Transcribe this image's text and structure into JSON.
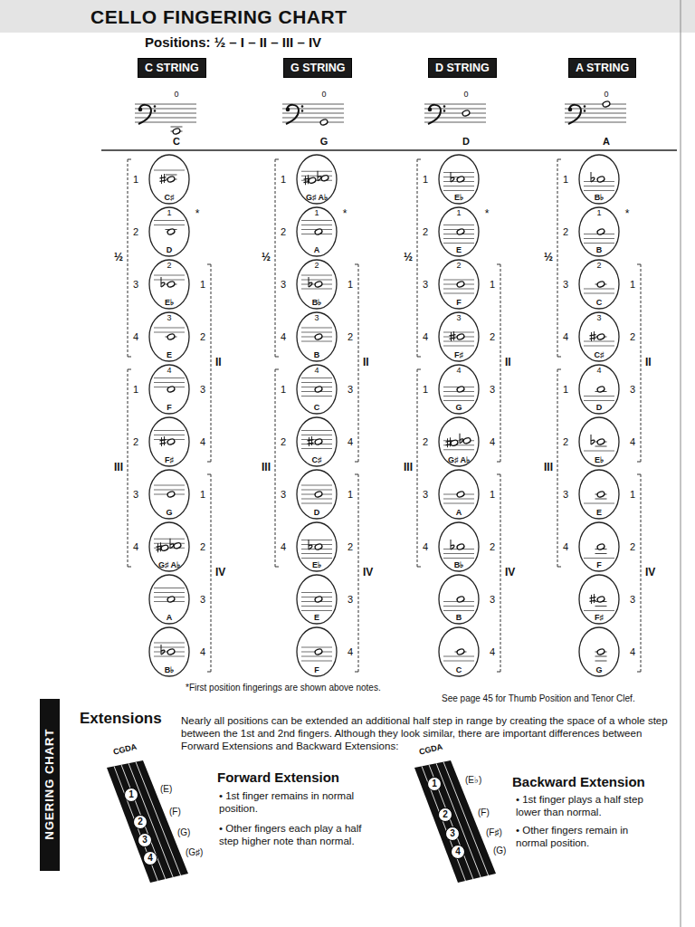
{
  "diagram": {
    "title": "CELLO FINGERING CHART",
    "nodes": [
      {
        "text": [
          "C STRING"
        ]
      },
      {
        "text": [
          "G STRING"
        ]
      },
      {
        "text": [
          "D STRING"
        ]
      },
      {
        "text": [
          "A STRING"
        ]
      },
      {
        "text": [
          "C♯"
        ]
      },
      {
        "text": [
          "1",
          "D"
        ]
      },
      {
        "text": [
          "2",
          "E♭"
        ]
      },
      {
        "text": [
          "3",
          "E"
        ]
      },
      {
        "text": [
          "4",
          "F"
        ]
      },
      {
        "text": [
          "F♯"
        ]
      },
      {
        "text": [
          "G"
        ]
      },
      {
        "text": [
          "G♯ A♭"
        ]
      },
      {
        "text": [
          "A"
        ]
      },
      {
        "text": [
          "B♭"
        ]
      },
      {
        "text": [
          "G♯ A♭"
        ]
      },
      {
        "text": [
          "1",
          "A"
        ]
      },
      {
        "text": [
          "2",
          "B♭"
        ]
      },
      {
        "text": [
          "3",
          "B"
        ]
      },
      {
        "text": [
          "4",
          "C"
        ]
      },
      {
        "text": [
          "C♯"
        ]
      },
      {
        "text": [
          "D"
        ]
      },
      {
        "text": [
          "E♭"
        ]
      },
      {
        "text": [
          "E"
        ]
      },
      {
        "text": [
          "F"
        ]
      },
      {
        "text": [
          "E♭"
        ]
      },
      {
        "text": [
          "1",
          "E"
        ]
      },
      {
        "text": [
          "2",
          "F"
        ]
      },
      {
        "text": [
          "3",
          "F♯"
        ]
      },
      {
        "text": [
          "4",
          "G"
        ]
      },
      {
        "text": [
          "G♯ A♭"
        ]
      },
      {
        "text": [
          "A"
        ]
      },
      {
        "text": [
          "B♭"
        ]
      },
      {
        "text": [
          "B"
        ]
      },
      {
        "text": [
          "C"
        ]
      },
      {
        "text": [
          "B♭"
        ]
      },
      {
        "text": [
          "1",
          "B"
        ]
      },
      {
        "text": [
          "2",
          "C"
        ]
      },
      {
        "text": [
          "3",
          "C♯"
        ]
      },
      {
        "text": [
          "4",
          "D"
        ]
      },
      {
        "text": [
          "E♭"
        ]
      },
      {
        "text": [
          "E"
        ]
      },
      {
        "text": [
          "F"
        ]
      },
      {
        "text": [
          "F♯"
        ]
      },
      {
        "text": [
          "G"
        ]
      },
      {
        "text": [
          "1"
        ]
      },
      {
        "text": [
          "2"
        ]
      },
      {
        "text": [
          "3"
        ]
      },
      {
        "text": [
          "4"
        ]
      },
      {
        "text": [
          "1"
        ]
      },
      {
        "text": [
          "2"
        ]
      },
      {
        "text": [
          "3"
        ]
      },
      {
        "text": [
          "4"
        ]
      }
    ],
    "labels": [
      "Positions: ½ – I – II – III – IV",
      "0",
      "C",
      "*",
      "1",
      "2",
      "3",
      "4",
      "½",
      "1",
      "2",
      "3",
      "4",
      "II",
      "1",
      "2",
      "3",
      "4",
      "III",
      "1",
      "2",
      "3",
      "4",
      "IV",
      "0",
      "G",
      "*",
      "1",
      "2",
      "3",
      "4",
      "½",
      "1",
      "2",
      "3",
      "4",
      "II",
      "1",
      "2",
      "3",
      "4",
      "III",
      "1",
      "2",
      "3",
      "4",
      "IV",
      "0",
      "D",
      "*",
      "1",
      "2",
      "3",
      "4",
      "½",
      "1",
      "2",
      "3",
      "4",
      "II",
      "1",
      "2",
      "3",
      "4",
      "III",
      "1",
      "2",
      "3",
      "4",
      "IV",
      "0",
      "A",
      "*",
      "1",
      "2",
      "3",
      "4",
      "½",
      "1",
      "2",
      "3",
      "4",
      "II",
      "1",
      "2",
      "3",
      "4",
      "III",
      "1",
      "2",
      "3",
      "4",
      "IV",
      "*First position fingerings are shown above notes.",
      "See page 45 for Thumb Position and Tenor Clef.",
      "Extensions",
      "Nearly all positions can be extended an additional half step in range by creating the space of a whole step between the 1st and 2nd fingers. Although they look similar, there are important differences between Forward Extensions and Backward Extensions:",
      "Forward Extension",
      "• 1st finger remains in normal position.",
      "• Other fingers each play a half step higher note than normal.",
      "Backward Extension",
      "• 1st finger plays a half step lower than normal.",
      "• Other fingers remain in normal position.",
      "CGDA",
      "(E)",
      "(F)",
      "(G)",
      "(G♯)",
      "CGDA",
      "(E♭)",
      "(F)",
      "(F♯)",
      "(G)",
      "NGERING CHART"
    ]
  }
}
